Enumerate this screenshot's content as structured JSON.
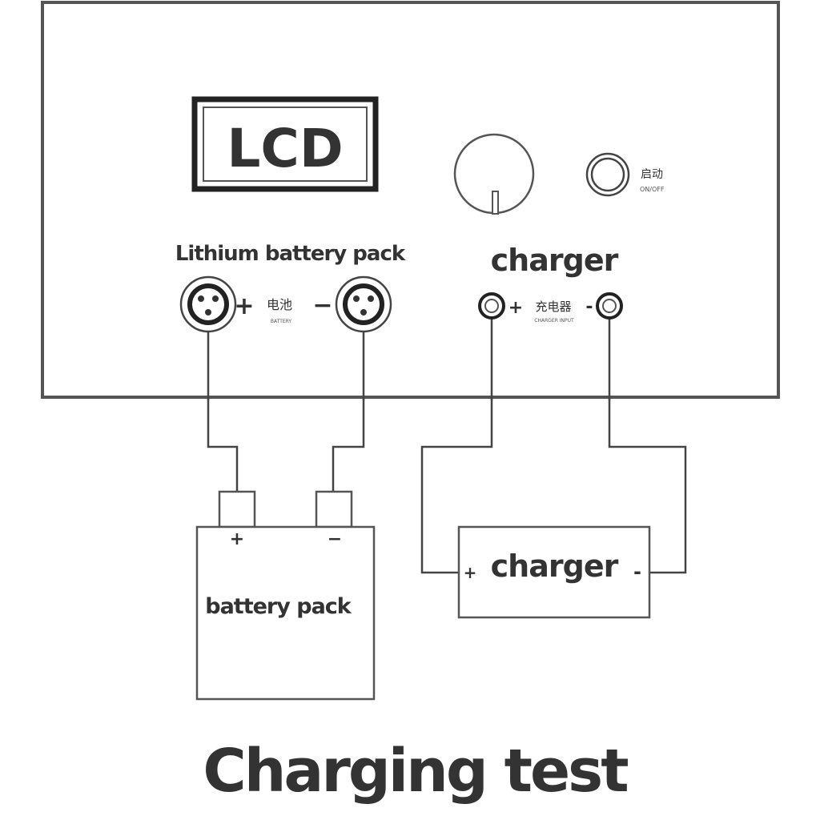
{
  "title": "Charging test",
  "panel": {
    "lcd_label": "LCD",
    "knob": "dial-knob",
    "power_button": {
      "label_cn": "启动",
      "label_en": "ON/OFF"
    },
    "battery_section": {
      "heading": "Lithium battery pack",
      "plus_sign": "+",
      "minus_sign": "−",
      "label_cn": "电池",
      "label_en": "BATTERY"
    },
    "charger_section": {
      "heading": "charger",
      "plus_sign": "+",
      "minus_sign": "-",
      "label_cn": "充电器",
      "label_en": "CHARGER INPUT"
    }
  },
  "battery_pack": {
    "label": "battery pack",
    "plus_sign": "+",
    "minus_sign": "−"
  },
  "charger_unit": {
    "label": "charger",
    "plus_sign": "+",
    "minus_sign": "-"
  },
  "colors": {
    "line": "#444444",
    "text": "#333333",
    "background": "#ffffff"
  }
}
